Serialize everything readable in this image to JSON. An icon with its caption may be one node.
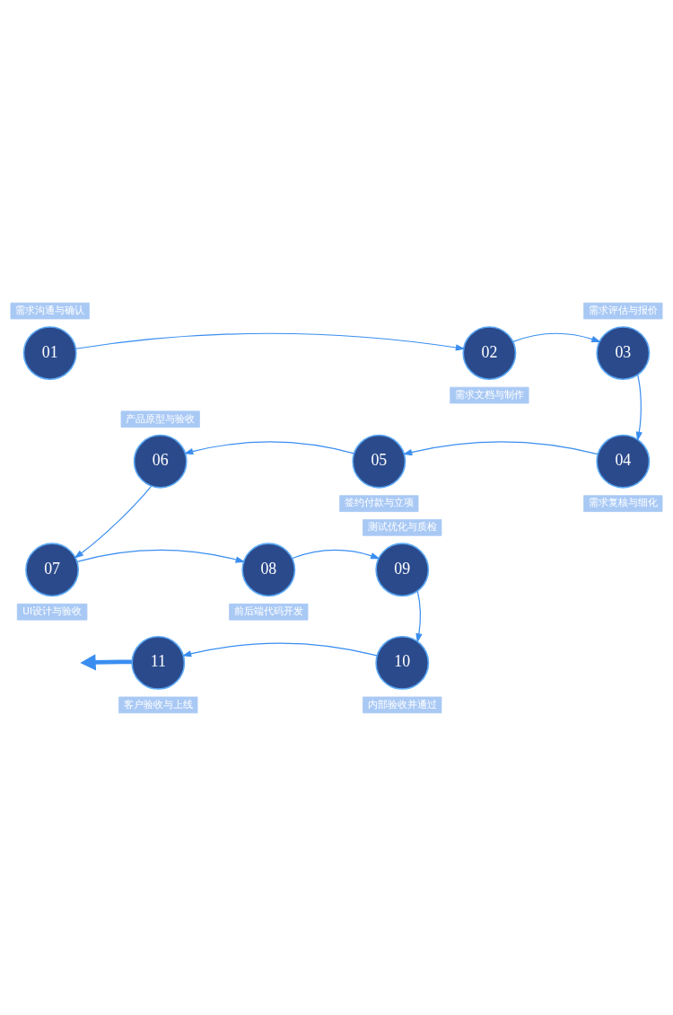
{
  "diagram": {
    "nodes": [
      {
        "text": [
          "01"
        ],
        "beside": [
          "需求沟通与确认"
        ]
      },
      {
        "text": [
          "02"
        ],
        "beside": [
          "需求文档与制作"
        ]
      },
      {
        "text": [
          "03"
        ],
        "beside": [
          "需求评估与报价"
        ]
      },
      {
        "text": [
          "04"
        ],
        "beside": [
          "需求复核与细化"
        ]
      },
      {
        "text": [
          "05"
        ],
        "beside": [
          "签约付款与立项"
        ]
      },
      {
        "text": [
          "06"
        ],
        "beside": [
          "产品原型与验收"
        ]
      },
      {
        "text": [
          "07"
        ],
        "beside": [
          "UI设计与验收"
        ]
      },
      {
        "text": [
          "08"
        ],
        "beside": [
          "前后端代码开发"
        ]
      },
      {
        "text": [
          "09"
        ],
        "beside": [
          "测试优化与质检"
        ]
      },
      {
        "text": [
          "10"
        ],
        "beside": [
          "内部验收并通过"
        ]
      },
      {
        "text": [
          "11"
        ],
        "beside": [
          "客户验收与上线"
        ]
      }
    ],
    "edges": [
      {
        "from": 0,
        "to": 1,
        "arrow": "to"
      },
      {
        "from": 1,
        "to": 2,
        "arrow": "to"
      },
      {
        "from": 2,
        "to": 3,
        "arrow": "to"
      },
      {
        "from": 3,
        "to": 4,
        "arrow": "to"
      },
      {
        "from": 4,
        "to": 5,
        "arrow": "to"
      },
      {
        "from": 5,
        "to": 6,
        "arrow": "to"
      },
      {
        "from": 6,
        "to": 7,
        "arrow": "to"
      },
      {
        "from": 7,
        "to": 8,
        "arrow": "to"
      },
      {
        "from": 8,
        "to": 9,
        "arrow": "to"
      },
      {
        "from": 9,
        "to": 10,
        "arrow": "to"
      },
      {
        "from": 10,
        "to": null,
        "arrow": "to",
        "style": "thick"
      }
    ]
  }
}
